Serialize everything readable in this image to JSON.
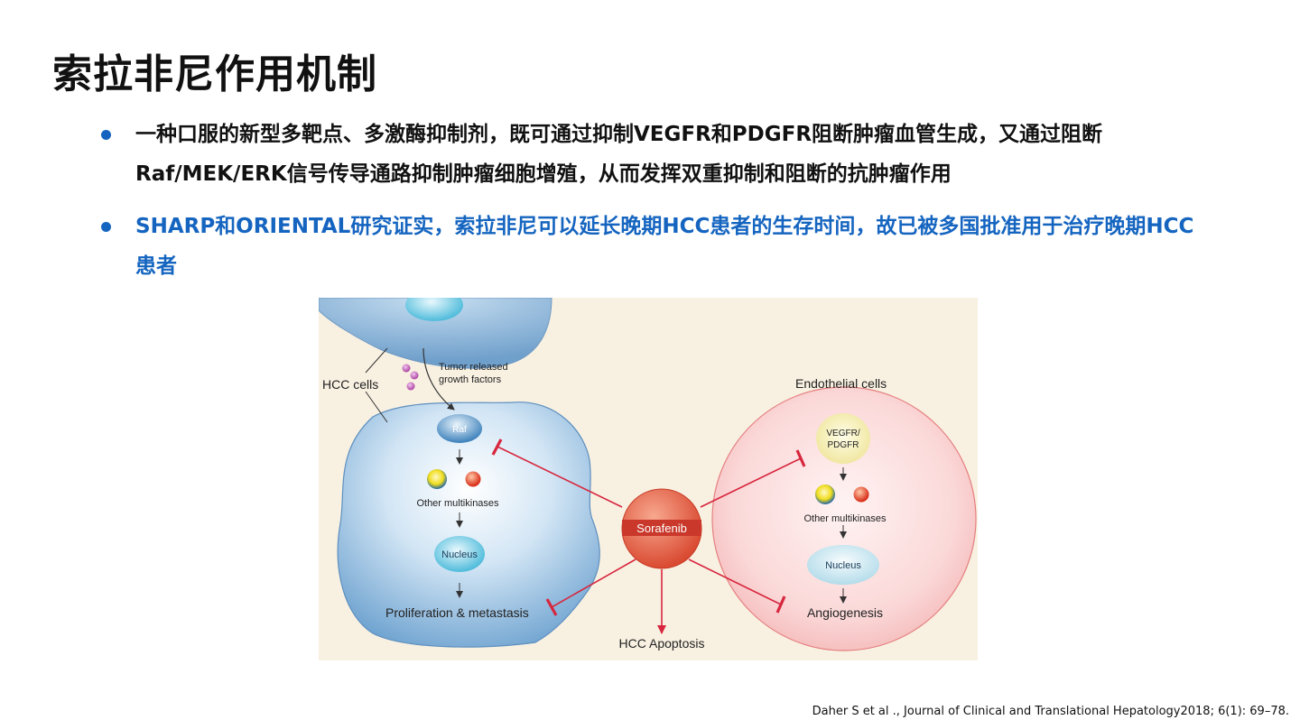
{
  "title": "索拉非尼作用机制",
  "bullets": [
    {
      "text": "一种口服的新型多靶点、多激酶抑制剂，既可通过抑制VEGFR和PDGFR阻断肿瘤血管生成，又通过阻断Raf/MEK/ERK信号传导通路抑制肿瘤细胞增殖，从而发挥双重抑制和阻断的抗肿瘤作用",
      "color": "#111111"
    },
    {
      "text": "SHARP和ORIENTAL研究证实，索拉非尼可以延长晚期HCC患者的生存时间，故已被多国批准用于治疗晚期HCC患者",
      "color": "#1565c0"
    }
  ],
  "figure": {
    "hcc_cells_label": "HCC cells",
    "tumor_factors_label_1": "Tumor released",
    "tumor_factors_label_2": "growth factors",
    "endothelial_label": "Endothelial cells",
    "raf_label": "Raf",
    "other_multikinases_left": "Other multikinases",
    "nucleus_left": "Nucleus",
    "proliferation_label": "Proliferation & metastasis",
    "sorafenib_label": "Sorafenib",
    "hcc_apoptosis_label": "HCC Apoptosis",
    "vegfr_label_1": "VEGFR/",
    "vegfr_label_2": "PDGFR",
    "other_multikinases_right": "Other multikinases",
    "nucleus_right": "Nucleus",
    "angiogenesis_label": "Angiogenesis",
    "colors": {
      "background": "#f8f1e2",
      "hcc_cell": "#9cc3e4",
      "endothelial_cell": "#f7caca",
      "inhibit_red": "#d7263d",
      "sorafenib": "#e8654f"
    }
  },
  "citation": "Daher S et al ., Journal of Clinical and Translational Hepatology2018; 6(1): 69–78."
}
